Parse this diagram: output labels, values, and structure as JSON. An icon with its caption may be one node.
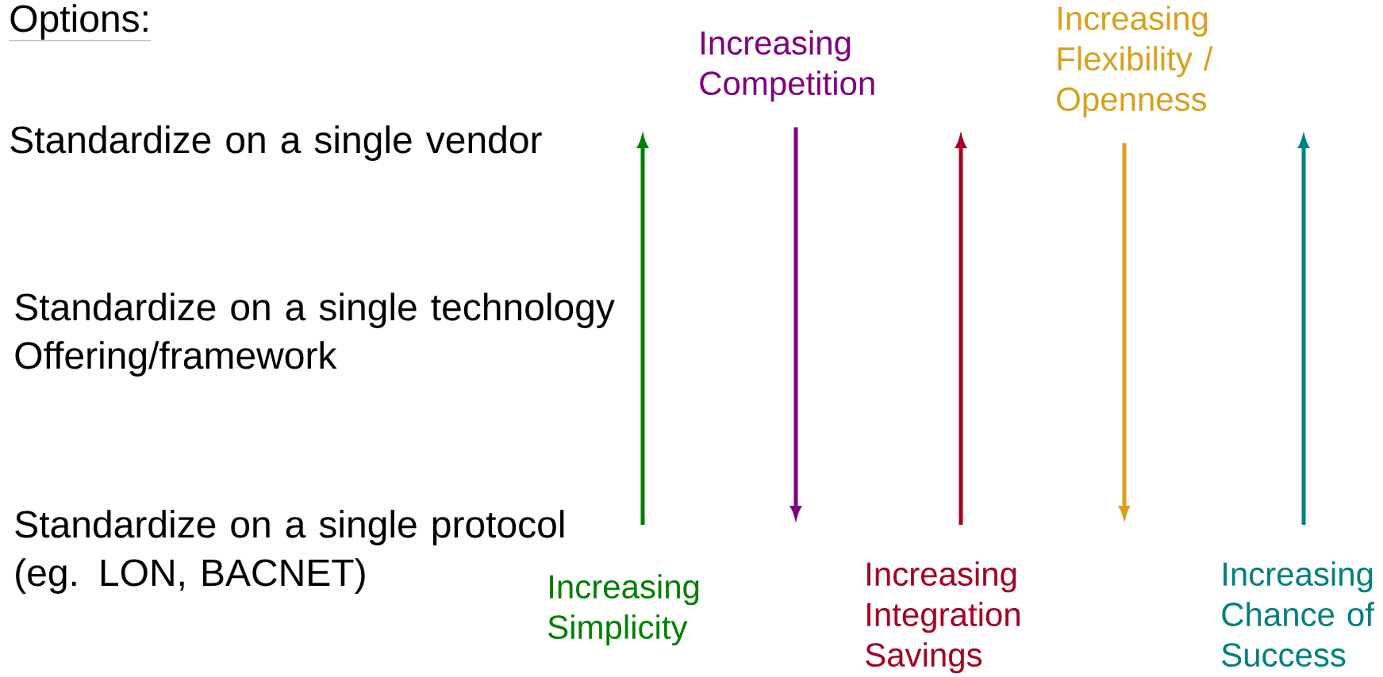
{
  "diagram": {
    "title": "Options:",
    "nodes": [
      {
        "text": [
          "Increasing Competition"
        ]
      },
      {
        "text": [
          "Increasing Flexibility / Openness"
        ]
      },
      {
        "text": [
          "Increasing Simplicity"
        ]
      },
      {
        "text": [
          "Increasing Integration Savings"
        ]
      },
      {
        "text": [
          "Increasing Chance of Success"
        ]
      }
    ],
    "edges": [
      {
        "from": 2,
        "to": null,
        "arrow": "to",
        "color": "#008000"
      },
      {
        "from": 0,
        "to": null,
        "arrow": "to",
        "color": "#800080"
      },
      {
        "from": 3,
        "to": null,
        "arrow": "to",
        "color": "#a50021"
      },
      {
        "from": 1,
        "to": null,
        "arrow": "to",
        "color": "#d9a01c"
      },
      {
        "from": 4,
        "to": null,
        "arrow": "to",
        "color": "#008080"
      }
    ],
    "labels": [
      "Standardize on a single vendor",
      "Standardize on a single technology Offering/framework",
      "Standardize on a single protocol (eg. LON, BACNET)"
    ]
  }
}
